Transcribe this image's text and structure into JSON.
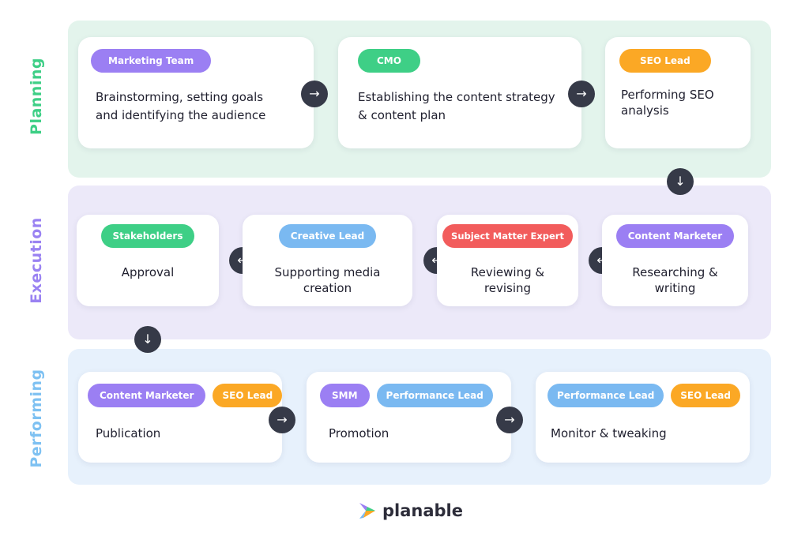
{
  "phases": [
    {
      "label": "Planning",
      "label_color": "#3ecf86",
      "bg": "#e3f4ec"
    },
    {
      "label": "Execution",
      "label_color": "#9a82f2",
      "bg": "#ece9f9"
    },
    {
      "label": "Performing",
      "label_color": "#7ec1f2",
      "bg": "#e7f1fc"
    }
  ],
  "tag_colors": {
    "marketing_team": "#9b7ff3",
    "cmo": "#3ecf86",
    "seo_lead": "#fba825",
    "stakeholders": "#3ecf86",
    "creative_lead": "#7ab9f1",
    "subject_matter_expert": "#f25c5c",
    "content_marketer": "#9b7ff3",
    "smm": "#9b7ff3",
    "performance_lead": "#7ab9f1"
  },
  "planning": {
    "card1": {
      "tag": "Marketing Team",
      "text": "Brainstorming, setting goals and identifying the audience"
    },
    "card2": {
      "tag": "CMO",
      "text": "Establishing the content strategy & content plan"
    },
    "card3": {
      "tag": "SEO Lead",
      "text": "Performing SEO analysis"
    }
  },
  "execution": {
    "card1": {
      "tag": "Stakeholders",
      "text": "Approval"
    },
    "card2": {
      "tag": "Creative Lead",
      "text": "Supporting media creation"
    },
    "card3": {
      "tag": "Subject Matter Expert",
      "text": "Reviewing & revising"
    },
    "card4": {
      "tag": "Content Marketer",
      "text": "Researching & writing"
    }
  },
  "performing": {
    "card1": {
      "tags": [
        "Content Marketer",
        "SEO Lead"
      ],
      "text": "Publication"
    },
    "card2": {
      "tags": [
        "SMM",
        "Performance Lead"
      ],
      "text": "Promotion"
    },
    "card3": {
      "tags": [
        "Performance Lead",
        "SEO Lead"
      ],
      "text": "Monitor & tweaking"
    }
  },
  "icons": {
    "right": "arrow-right-icon",
    "left": "arrow-left-icon",
    "down": "arrow-down-icon"
  },
  "logo": {
    "text": "planable"
  }
}
